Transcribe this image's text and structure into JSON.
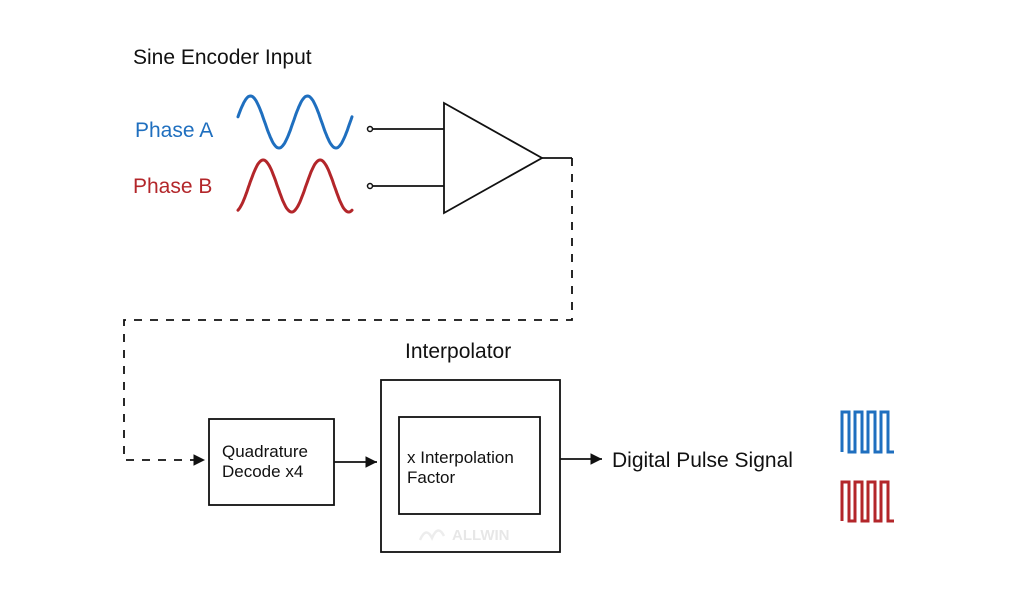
{
  "title": "Sine Encoder Input",
  "phase_a": {
    "label": "Phase A",
    "color": "#1f6fbf"
  },
  "phase_b": {
    "label": "Phase B",
    "color": "#b3262a"
  },
  "interpolator_label": "Interpolator",
  "quadrature_box": {
    "line1": "Quadrature",
    "line2": "Decode x4"
  },
  "factor_box": {
    "line1": "x Interpolation",
    "line2": "Factor"
  },
  "output_label": "Digital Pulse Signal",
  "watermark": "ALLWIN",
  "line_color": "#111111"
}
